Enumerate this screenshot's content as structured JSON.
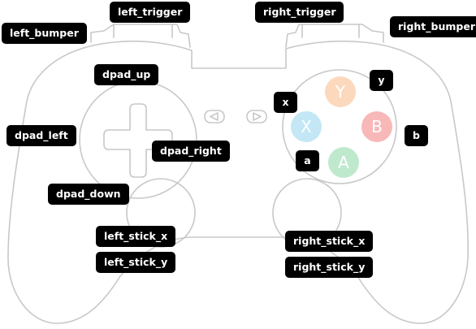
{
  "labels": {
    "left_bumper": "left_bumper",
    "left_trigger": "left_trigger",
    "right_trigger": "right_trigger",
    "right_bumper": "right_bumper",
    "dpad_up": "dpad_up",
    "dpad_left": "dpad_left",
    "dpad_right": "dpad_right",
    "dpad_down": "dpad_down",
    "left_stick_x": "left_stick_x",
    "left_stick_y": "left_stick_y",
    "right_stick_x": "right_stick_x",
    "right_stick_y": "right_stick_y",
    "x": "x",
    "y": "y",
    "a": "a",
    "b": "b"
  },
  "button_glyphs": {
    "y": "Y",
    "x": "X",
    "b": "B",
    "a": "A"
  },
  "colors": {
    "outline": "#c8c8c8",
    "label_bg": "#000000",
    "label_text": "#ffffff",
    "y_button": "#fcd9bd",
    "x_button": "#c3e7f4",
    "b_button": "#f8b8b8",
    "a_button": "#bfe9cd"
  }
}
